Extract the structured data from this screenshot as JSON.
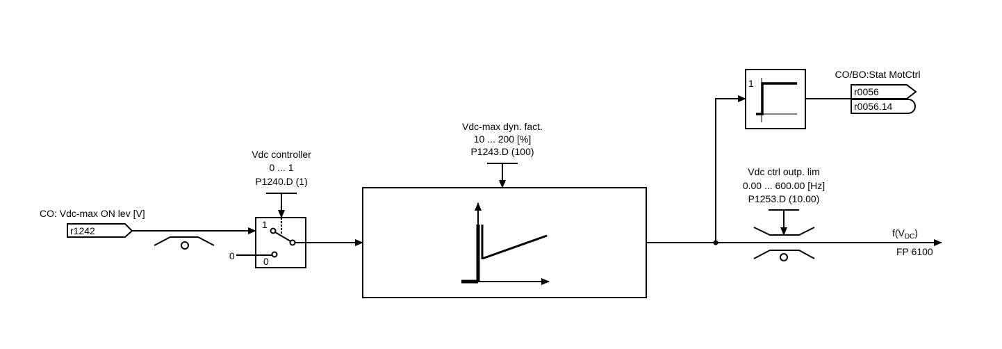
{
  "input": {
    "label": "CO: Vdc-max ON lev [V]",
    "connector": "r1242"
  },
  "switch": {
    "title": "Vdc controller",
    "range": "0 ... 1",
    "param": "P1240.D (1)",
    "pos1_label": "1",
    "pos0_label": "0",
    "const_zero": "0"
  },
  "dyn_factor": {
    "title": "Vdc-max dyn. fact.",
    "range": "10 ... 200  [%]",
    "param": "P1243.D (100)"
  },
  "step_block": {
    "level_label": "1"
  },
  "status_output": {
    "title": "CO/BO:Stat MotCtrl",
    "connector_word": "r0056",
    "connector_bit": "r0056.14"
  },
  "limiter": {
    "title": "Vdc ctrl outp. lim",
    "range": "0.00 ... 600.00  [Hz]",
    "param": "P1253.D (10.00)"
  },
  "output": {
    "signal_prefix": "f(V",
    "signal_sub": "DC",
    "signal_suffix": ")",
    "page_ref": "FP 6100"
  }
}
